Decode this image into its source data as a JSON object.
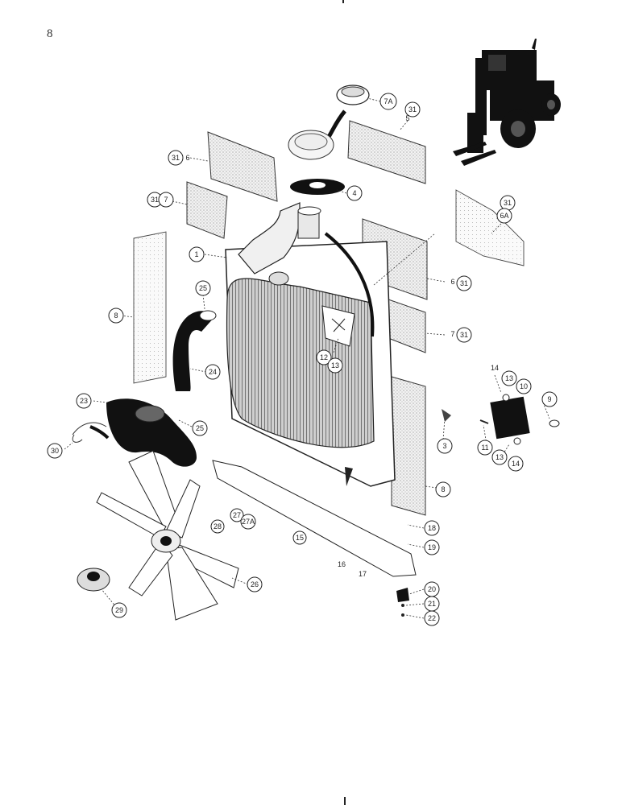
{
  "page_number": "8",
  "callouts": [
    {
      "label": "31"
    },
    {
      "label": "6"
    },
    {
      "label": "31"
    },
    {
      "label": "7"
    },
    {
      "label": "7A"
    },
    {
      "label": "31"
    },
    {
      "label": "5"
    },
    {
      "label": "4"
    },
    {
      "label": "31"
    },
    {
      "label": "6A"
    },
    {
      "label": "1"
    },
    {
      "label": "25"
    },
    {
      "label": "8"
    },
    {
      "label": "6"
    },
    {
      "label": "31"
    },
    {
      "label": "7"
    },
    {
      "label": "31"
    },
    {
      "label": "12"
    },
    {
      "label": "13"
    },
    {
      "label": "24"
    },
    {
      "label": "14"
    },
    {
      "label": "13"
    },
    {
      "label": "10"
    },
    {
      "label": "9"
    },
    {
      "label": "23"
    },
    {
      "label": "25"
    },
    {
      "label": "3"
    },
    {
      "label": "11"
    },
    {
      "label": "13"
    },
    {
      "label": "14"
    },
    {
      "label": "30"
    },
    {
      "label": "8"
    },
    {
      "label": "27"
    },
    {
      "label": "27A"
    },
    {
      "label": "28"
    },
    {
      "label": "18"
    },
    {
      "label": "15"
    },
    {
      "label": "19"
    },
    {
      "label": "16"
    },
    {
      "label": "17"
    },
    {
      "label": "26"
    },
    {
      "label": "20"
    },
    {
      "label": "21"
    },
    {
      "label": "29"
    },
    {
      "label": "22"
    }
  ]
}
